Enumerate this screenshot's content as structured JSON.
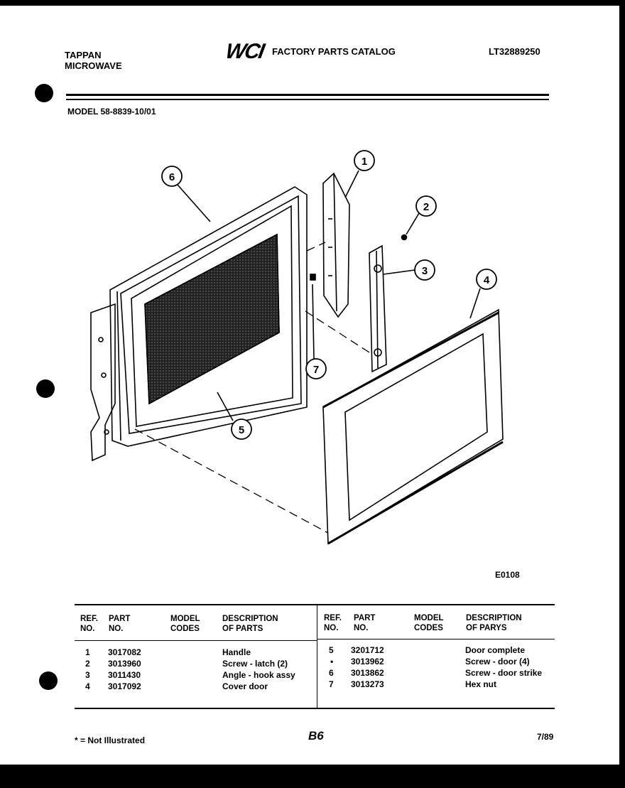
{
  "header": {
    "brand_line1": "TAPPAN",
    "brand_line2": "MICROWAVE",
    "logo_text": "WCI",
    "catalog_title": "FACTORY PARTS CATALOG",
    "catalog_number": "LT32889250",
    "model_line": "MODEL 58-8839-10/01"
  },
  "diagram": {
    "callouts": [
      "1",
      "2",
      "3",
      "4",
      "5",
      "6",
      "7"
    ],
    "figure_code": "E0108"
  },
  "table": {
    "headers": {
      "ref_no_1": "REF.",
      "ref_no_2": "NO.",
      "part_no_1": "PART",
      "part_no_2": "NO.",
      "model_codes_1": "MODEL",
      "model_codes_2": "CODES",
      "description_1": "DESCRIPTION",
      "description_2": "OF PARTS",
      "description_right_2": "OF PARYS"
    },
    "left_rows": [
      {
        "ref": "1",
        "part": "3017082",
        "desc": "Handle"
      },
      {
        "ref": "2",
        "part": "3013960",
        "desc": "Screw - latch (2)"
      },
      {
        "ref": "3",
        "part": "3011430",
        "desc": "Angle - hook assy"
      },
      {
        "ref": "4",
        "part": "3017092",
        "desc": "Cover door"
      }
    ],
    "right_rows": [
      {
        "ref": "5",
        "part": "3201712",
        "desc": "Door complete"
      },
      {
        "ref": "•",
        "part": "3013962",
        "desc": "Screw - door (4)"
      },
      {
        "ref": "6",
        "part": "3013862",
        "desc": "Screw - door strike"
      },
      {
        "ref": "7",
        "part": "3013273",
        "desc": "Hex nut"
      }
    ]
  },
  "footer": {
    "note": "* = Not Illustrated",
    "page_number": "B6",
    "date": "7/89"
  }
}
